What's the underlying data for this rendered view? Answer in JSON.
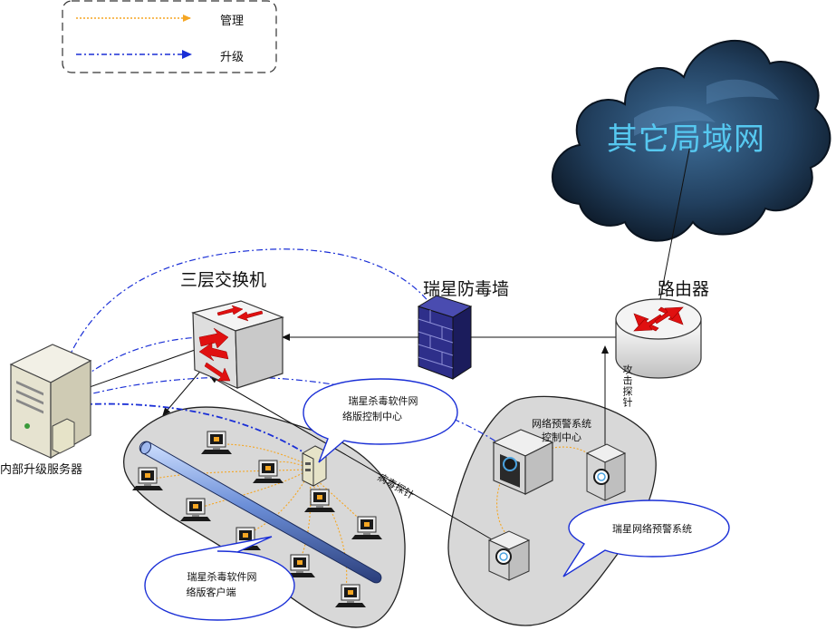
{
  "legend": {
    "items": [
      {
        "label": "管理",
        "color": "#f5a623",
        "style": "dotted"
      },
      {
        "label": "升级",
        "color": "#1a2fd6",
        "style": "dash-dot"
      }
    ]
  },
  "nodes": {
    "cloud": {
      "label": "其它局域网",
      "icon": "cloud-icon"
    },
    "router": {
      "label": "路由器",
      "icon": "router-icon"
    },
    "firewall": {
      "label": "瑞星防毒墙",
      "icon": "firewall-icon"
    },
    "switch": {
      "label": "三层交换机",
      "icon": "layer3-switch-icon"
    },
    "update_server": {
      "label": "内部升级服务器",
      "icon": "server-icon"
    }
  },
  "callouts": {
    "control_center": {
      "line1": "瑞星杀毒软件网",
      "line2": "络版控制中心"
    },
    "client": {
      "line1": "瑞星杀毒软件网",
      "line2": "络版客户端"
    },
    "warning_system": {
      "text": "瑞星网络预警系统"
    }
  },
  "labels": {
    "warning_center": {
      "line1": "网络预警系统",
      "line2": "控制中心"
    },
    "virus_probe": "病毒探针",
    "attack_probe": "攻击探针"
  },
  "colors": {
    "manage_line": "#f5a623",
    "upgrade_line": "#1a2fd6",
    "cloud_fill": "#1d3550",
    "cloud_text": "#56c8f0",
    "group_fill": "#d8d8d8",
    "router_arrow": "#e01010",
    "firewall_fill": "#2e2f8a"
  }
}
